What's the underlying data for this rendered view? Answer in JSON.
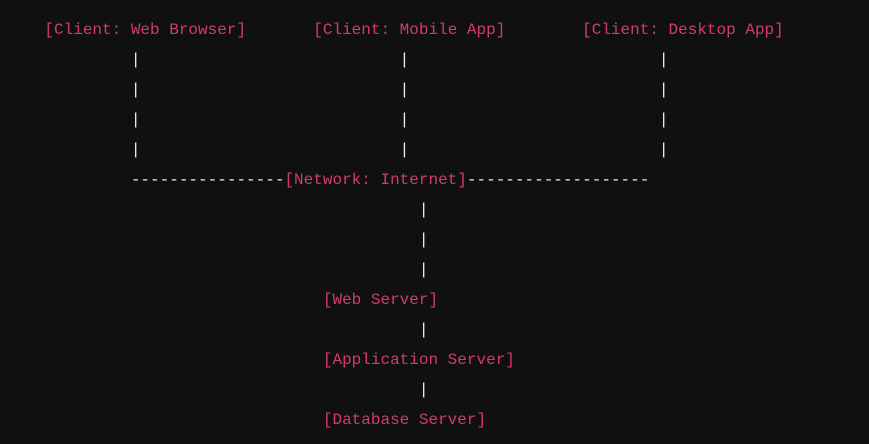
{
  "colors": {
    "background": "#101013",
    "label": "#d23c6a",
    "wire": "#eeeeee"
  },
  "nodes": [
    "Client: Web Browser",
    "Client: Mobile App",
    "Client: Desktop App",
    "Network: Internet",
    "Web Server",
    "Application Server",
    "Database Server"
  ],
  "diagram": {
    "lines": [
      "    [Client: Web Browser]       [Client: Mobile App]        [Client: Desktop App]",
      "             |                           |                          |",
      "             |                           |                          |",
      "             |                           |                          |",
      "             |                           |                          |",
      "             ----------------[Network: Internet]-------------------",
      "                                           |",
      "                                           |",
      "                                           |",
      "                                 [Web Server]",
      "                                           |",
      "                                 [Application Server]",
      "                                           |",
      "                                 [Database Server]"
    ]
  }
}
